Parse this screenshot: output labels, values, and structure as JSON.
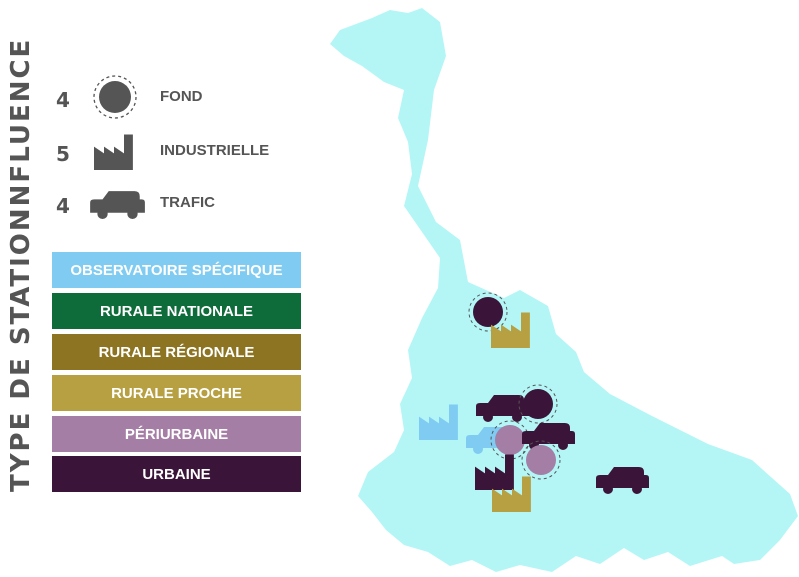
{
  "influence": {
    "title": "INFLUENCE",
    "items": [
      {
        "count": "4",
        "label": "FOND",
        "icon": "circle-icon"
      },
      {
        "count": "5",
        "label": "INDUSTRIELLE",
        "icon": "factory-icon"
      },
      {
        "count": "4",
        "label": "TRAFIC",
        "icon": "car-icon"
      }
    ]
  },
  "station_type": {
    "title": "TYPE DE STATION",
    "items": [
      {
        "label": "OBSERVATOIRE SPÉCIFIQUE",
        "color": "#7fcbf2"
      },
      {
        "label": "RURALE NATIONALE",
        "color": "#0e6b3a"
      },
      {
        "label": "RURALE RÉGIONALE",
        "color": "#8c7423"
      },
      {
        "label": "RURALE PROCHE",
        "color": "#b7a042"
      },
      {
        "label": "PÉRIURBAINE",
        "color": "#a57ea5"
      },
      {
        "label": "URBAINE",
        "color": "#3b1439"
      }
    ]
  },
  "colors": {
    "region_fill": "#b4f6f6",
    "legend_icon": "#555555"
  },
  "markers": [
    {
      "icon": "circle-icon",
      "station_type": "URBAINE"
    },
    {
      "icon": "factory-icon",
      "station_type": "RURALE PROCHE"
    },
    {
      "icon": "factory-icon",
      "station_type": "OBSERVATOIRE SPÉCIFIQUE"
    },
    {
      "icon": "car-icon",
      "station_type": "URBAINE"
    },
    {
      "icon": "circle-icon",
      "station_type": "URBAINE"
    },
    {
      "icon": "car-icon",
      "station_type": "OBSERVATOIRE SPÉCIFIQUE"
    },
    {
      "icon": "circle-icon",
      "station_type": "PÉRIURBAINE"
    },
    {
      "icon": "car-icon",
      "station_type": "URBAINE"
    },
    {
      "icon": "factory-icon",
      "station_type": "URBAINE"
    },
    {
      "icon": "circle-icon",
      "station_type": "PÉRIURBAINE"
    },
    {
      "icon": "factory-icon",
      "station_type": "RURALE PROCHE"
    },
    {
      "icon": "car-icon",
      "station_type": "URBAINE"
    }
  ]
}
